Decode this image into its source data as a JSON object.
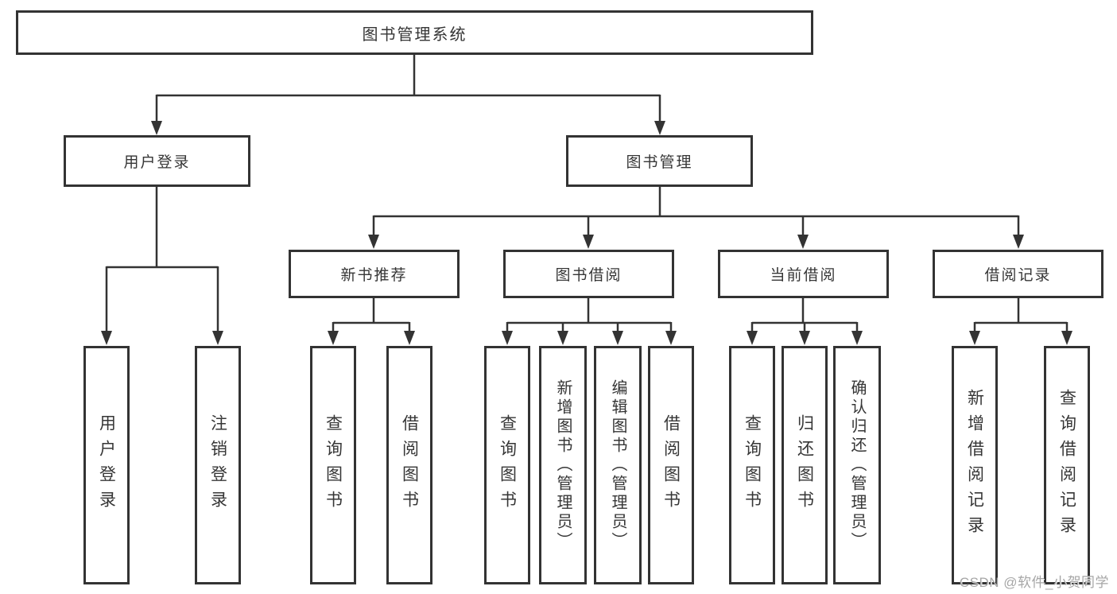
{
  "diagram": {
    "root": {
      "label": "图书管理系统"
    },
    "level2": [
      {
        "label": "用户登录"
      },
      {
        "label": "图书管理"
      }
    ],
    "level3": [
      {
        "label": "新书推荐"
      },
      {
        "label": "图书借阅"
      },
      {
        "label": "当前借阅"
      },
      {
        "label": "借阅记录"
      }
    ],
    "leaves": {
      "user_login": [
        {
          "label": "用户登录"
        },
        {
          "label": "注销登录"
        }
      ],
      "new_book": [
        {
          "label": "查询图书"
        },
        {
          "label": "借阅图书"
        }
      ],
      "book_borrow": [
        {
          "label": "查询图书"
        },
        {
          "label": "新增图书（管理员）"
        },
        {
          "label": "编辑图书（管理员）"
        },
        {
          "label": "借阅图书"
        }
      ],
      "current_borrow": [
        {
          "label": "查询图书"
        },
        {
          "label": "归还图书"
        },
        {
          "label": "确认归还（管理员）"
        }
      ],
      "records": [
        {
          "label": "新增借阅记录"
        },
        {
          "label": "查询借阅记录"
        }
      ]
    },
    "watermark": "CSDN @软件_小贺同学",
    "colors": {
      "line": "#333333",
      "box_border": "#333333",
      "text": "#363636",
      "background": "#ffffff",
      "watermark": "#a6a6a6"
    }
  }
}
